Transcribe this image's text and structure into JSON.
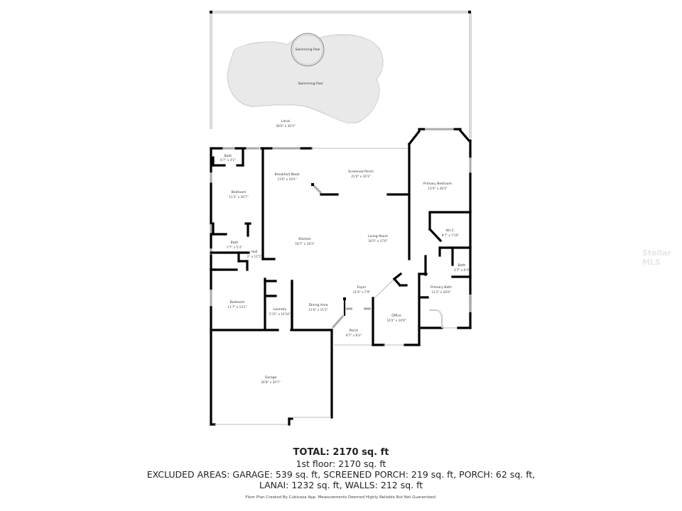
{
  "floorplan": {
    "rooms": [
      {
        "id": "pool-small",
        "name": "Swimming Pool",
        "dims": ""
      },
      {
        "id": "pool-main",
        "name": "Swimming Pool",
        "dims": ""
      },
      {
        "id": "lanai",
        "name": "Lanai",
        "dims": "58'0\" x 30'3\""
      },
      {
        "id": "bath-1",
        "name": "Bath",
        "dims": "6'7\" x 3'1\""
      },
      {
        "id": "bedroom-1",
        "name": "Bedroom",
        "dims": "11'2\" x 16'7\""
      },
      {
        "id": "breakfast-nook",
        "name": "Breakfast Nook",
        "dims": "13'0\" x 10'4\""
      },
      {
        "id": "screened-porch",
        "name": "Screened Porch",
        "dims": "21'6\" x 10'3\""
      },
      {
        "id": "primary-bedroom",
        "name": "Primary Bedroom",
        "dims": "13'4\" x 26'3\""
      },
      {
        "id": "wic",
        "name": "W.I.C.",
        "dims": "8'7\" x 7'10\""
      },
      {
        "id": "kitchen",
        "name": "Kitchen",
        "dims": "18'7\" x 19'3\""
      },
      {
        "id": "living-room",
        "name": "Living Room",
        "dims": "18'5\" x 17'6\""
      },
      {
        "id": "bath-2",
        "name": "Bath",
        "dims": "7'7\" x 5'3\""
      },
      {
        "id": "hall",
        "name": "Hall",
        "dims": "3'' x 11'5\""
      },
      {
        "id": "bath-3",
        "name": "Bath",
        "dims": "3'7\" x 6'4\""
      },
      {
        "id": "primary-bath",
        "name": "Primary Bath",
        "dims": "11'3\" x 16'0\""
      },
      {
        "id": "foyer",
        "name": "Foyer",
        "dims": "11'9\" x 7'9\""
      },
      {
        "id": "bedroom-2",
        "name": "Bedroom",
        "dims": "11'7\" x 13'1\""
      },
      {
        "id": "laundry",
        "name": "Laundry",
        "dims": "5'11\" x 10'10\""
      },
      {
        "id": "dining-area",
        "name": "Dining Area",
        "dims": "11'6\" x 11'2\""
      },
      {
        "id": "office",
        "name": "Office",
        "dims": "10'2\" x 14'9\""
      },
      {
        "id": "porch",
        "name": "Porch",
        "dims": "8'7\" x 8'4\""
      },
      {
        "id": "garage",
        "name": "Garage",
        "dims": "26'8\" x 20'7\""
      }
    ]
  },
  "summary": {
    "total": "TOTAL: 2170 sq. ft",
    "first_floor": "1st floor: 2170 sq. ft",
    "excluded_line1": "EXCLUDED AREAS: GARAGE: 539 sq. ft, SCREENED PORCH: 219 sq. ft, PORCH: 62 sq. ft,",
    "excluded_line2": "LANAI: 1232 sq. ft, WALLS: 212 sq. ft",
    "disclaimer": "Floor Plan Created By Cubicasa App. Measurements Deemed Highly Reliable But Not Guaranteed."
  },
  "watermark": "Stellar MLS"
}
